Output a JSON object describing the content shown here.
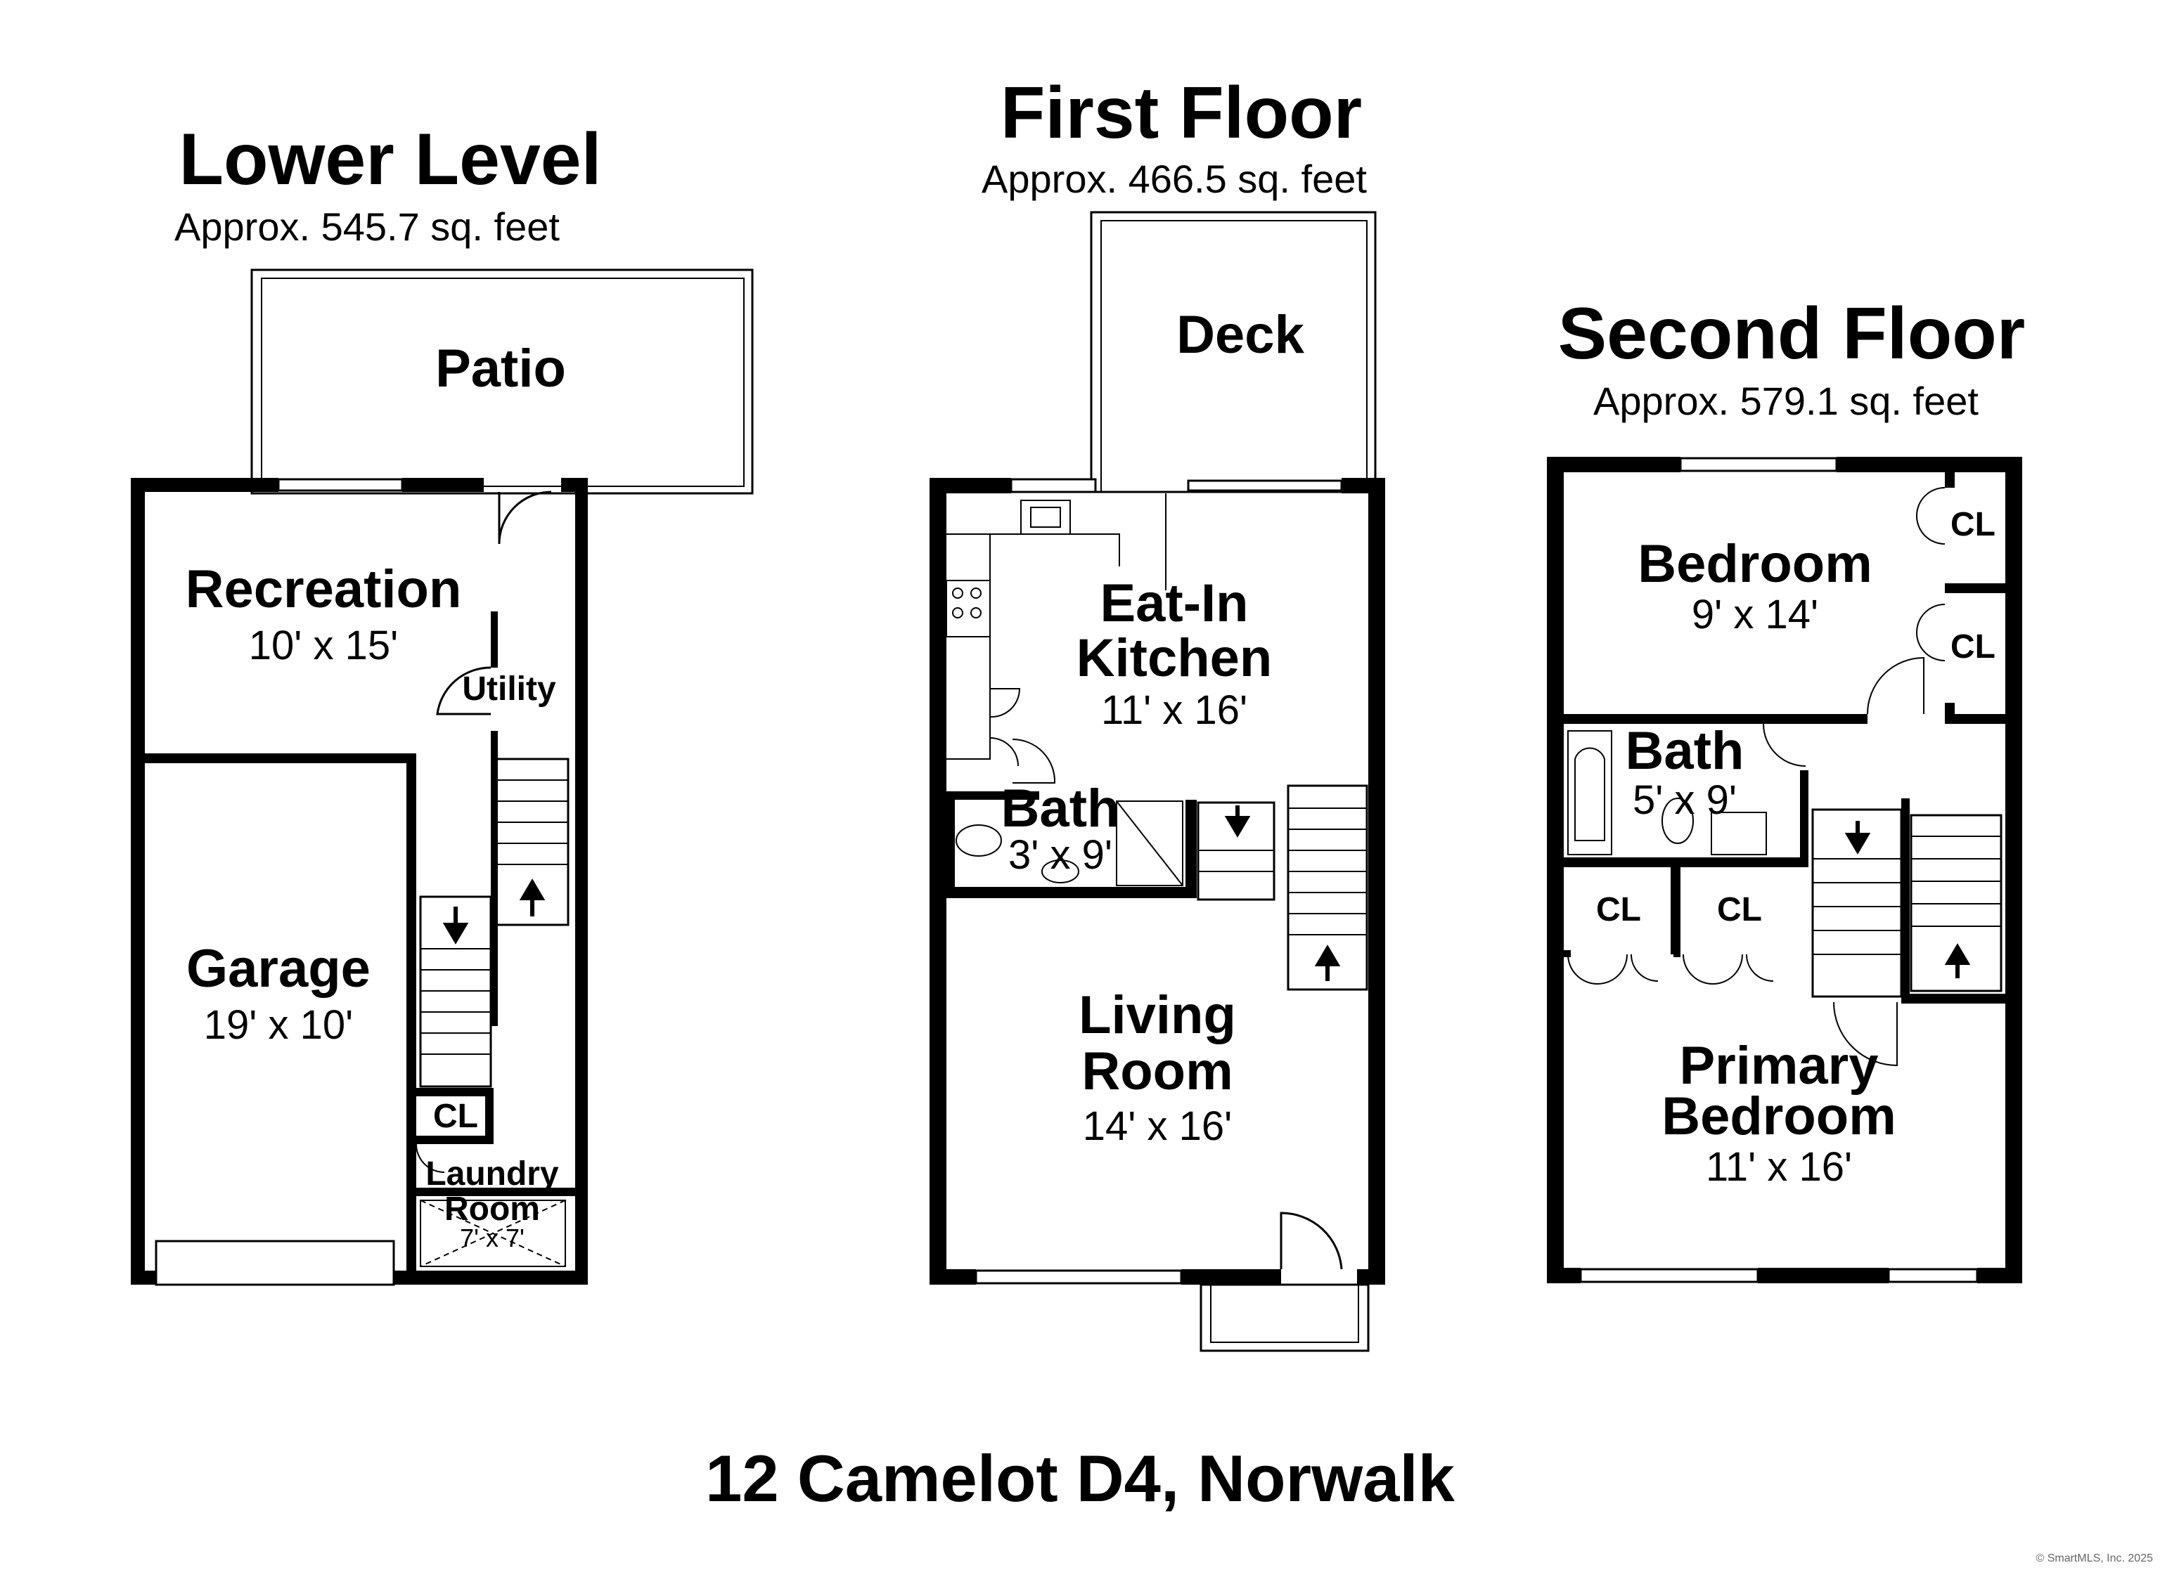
{
  "lower_level": {
    "title": "Lower Level",
    "area": "Approx. 545.7 sq. feet",
    "rooms": {
      "patio": "Patio",
      "recreation": "Recreation",
      "recreation_dim": "10' x 15'",
      "utility": "Utility",
      "garage": "Garage",
      "garage_dim": "19' x 10'",
      "closet": "CL",
      "laundry_line1": "Laundry",
      "laundry_line2": "Room",
      "laundry_dim": "7' x 7'"
    }
  },
  "first_floor": {
    "title": "First Floor",
    "area": "Approx. 466.5 sq. feet",
    "rooms": {
      "deck": "Deck",
      "kitchen_line1": "Eat-In",
      "kitchen_line2": "Kitchen",
      "kitchen_dim": "11' x 16'",
      "bath": "Bath",
      "bath_dim": "3' x 9'",
      "living_line1": "Living",
      "living_line2": "Room",
      "living_dim": "14' x 16'"
    }
  },
  "second_floor": {
    "title": "Second Floor",
    "area": "Approx. 579.1 sq. feet",
    "rooms": {
      "bedroom": "Bedroom",
      "bedroom_dim": "9' x 14'",
      "closet_1": "CL",
      "closet_2": "CL",
      "bath": "Bath",
      "bath_dim": "5' x 9'",
      "closet_3": "CL",
      "closet_4": "CL",
      "primary_line1": "Primary",
      "primary_line2": "Bedroom",
      "primary_dim": "11' x 16'"
    }
  },
  "address": "12 Camelot D4, Norwalk",
  "copyright": "© SmartMLS, Inc. 2025"
}
